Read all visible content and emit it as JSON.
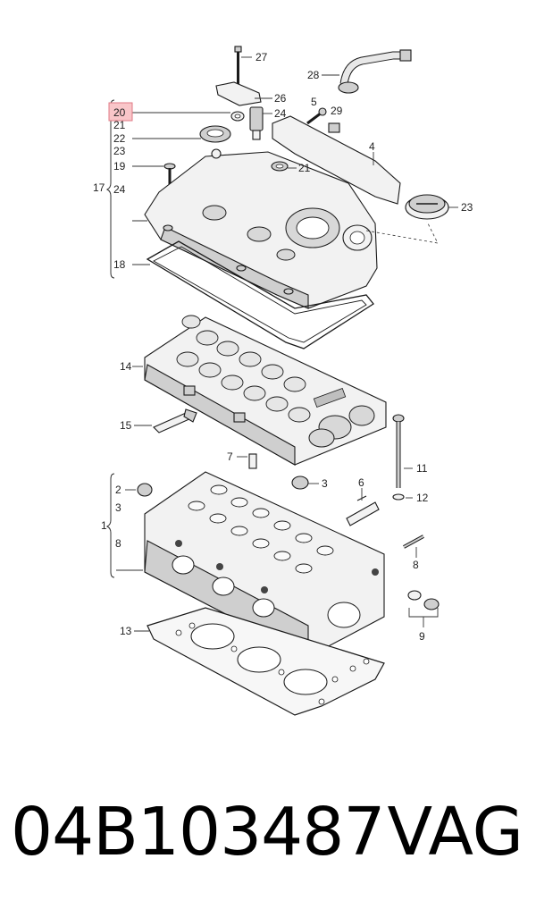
{
  "callouts": [
    {
      "id": "c27",
      "text": "27"
    },
    {
      "id": "c26",
      "text": "26"
    },
    {
      "id": "c24a",
      "text": "24"
    },
    {
      "id": "c20",
      "text": "20"
    },
    {
      "id": "c21a",
      "text": "21"
    },
    {
      "id": "c22",
      "text": "22"
    },
    {
      "id": "c23a",
      "text": "23"
    },
    {
      "id": "c19",
      "text": "19"
    },
    {
      "id": "c17",
      "text": "17"
    },
    {
      "id": "c24b",
      "text": "24"
    },
    {
      "id": "c21b",
      "text": "21"
    },
    {
      "id": "c18",
      "text": "18"
    },
    {
      "id": "c28",
      "text": "28"
    },
    {
      "id": "c5",
      "text": "5"
    },
    {
      "id": "c29",
      "text": "29"
    },
    {
      "id": "c4",
      "text": "4"
    },
    {
      "id": "c23b",
      "text": "23"
    },
    {
      "id": "c14",
      "text": "14"
    },
    {
      "id": "c15",
      "text": "15"
    },
    {
      "id": "c7",
      "text": "7"
    },
    {
      "id": "c11",
      "text": "11"
    },
    {
      "id": "c2",
      "text": "2"
    },
    {
      "id": "c3a",
      "text": "3"
    },
    {
      "id": "c3b",
      "text": "3"
    },
    {
      "id": "c6",
      "text": "6"
    },
    {
      "id": "c12",
      "text": "12"
    },
    {
      "id": "c1",
      "text": "1"
    },
    {
      "id": "c8a",
      "text": "8"
    },
    {
      "id": "c8b",
      "text": "8"
    },
    {
      "id": "c13",
      "text": "13"
    },
    {
      "id": "c9",
      "text": "9"
    }
  ],
  "highlighted_callout": "20",
  "footer": {
    "part_number": "04B103487",
    "brand": "VAG"
  },
  "colors": {
    "highlight_fill": "#f9c6c9",
    "highlight_stroke": "#e07a85",
    "line": "#1a1a1a"
  }
}
